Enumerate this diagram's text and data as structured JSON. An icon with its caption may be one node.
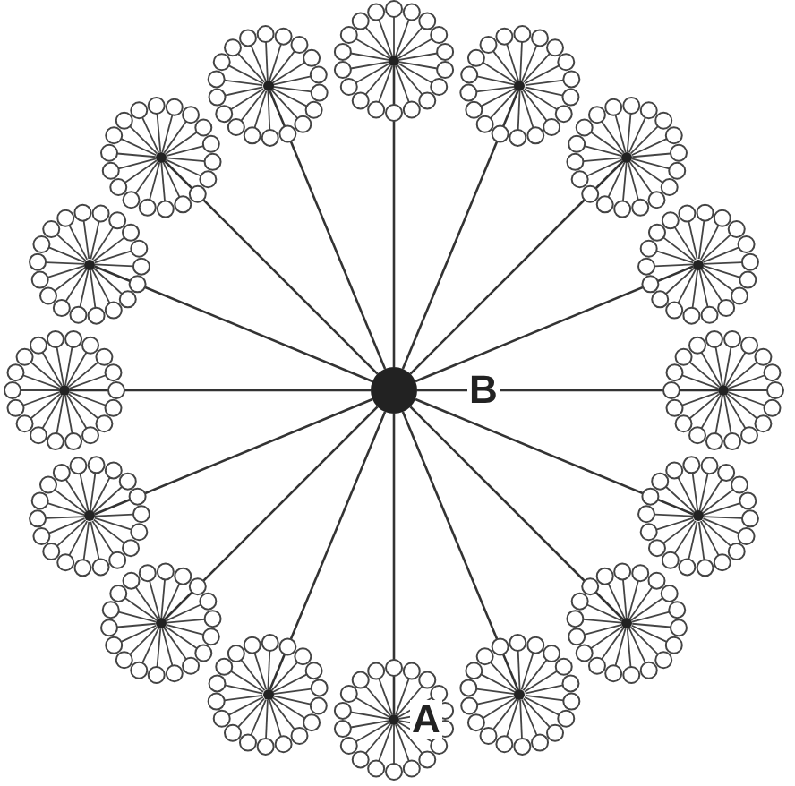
{
  "diagram": {
    "nodes": [
      {
        "text": [],
        "shape": "circle",
        "beside": [
          "B"
        ]
      },
      {
        "text": [],
        "shape": "circle"
      },
      {
        "text": [],
        "shape": "circle"
      },
      {
        "text": [],
        "shape": "circle"
      },
      {
        "text": [],
        "shape": "circle"
      },
      {
        "text": [],
        "shape": "circle"
      },
      {
        "text": [],
        "shape": "circle"
      },
      {
        "text": [],
        "shape": "circle"
      },
      {
        "text": [],
        "shape": "circle"
      },
      {
        "text": [],
        "shape": "circle",
        "beside": [
          "A"
        ]
      },
      {
        "text": [],
        "shape": "circle"
      },
      {
        "text": [],
        "shape": "circle"
      },
      {
        "text": [],
        "shape": "circle"
      },
      {
        "text": [],
        "shape": "circle"
      },
      {
        "text": [],
        "shape": "circle"
      },
      {
        "text": [],
        "shape": "circle"
      },
      {
        "text": [],
        "shape": "circle"
      }
    ],
    "edges": [
      {
        "from": 0,
        "to": 1,
        "arrow": "none"
      },
      {
        "from": 0,
        "to": 2,
        "arrow": "none"
      },
      {
        "from": 0,
        "to": 3,
        "arrow": "none"
      },
      {
        "from": 0,
        "to": 4,
        "arrow": "none"
      },
      {
        "from": 0,
        "to": 5,
        "arrow": "none"
      },
      {
        "from": 0,
        "to": 6,
        "arrow": "none"
      },
      {
        "from": 0,
        "to": 7,
        "arrow": "none"
      },
      {
        "from": 0,
        "to": 8,
        "arrow": "none"
      },
      {
        "from": 0,
        "to": 9,
        "arrow": "none"
      },
      {
        "from": 0,
        "to": 10,
        "arrow": "none"
      },
      {
        "from": 0,
        "to": 11,
        "arrow": "none"
      },
      {
        "from": 0,
        "to": 12,
        "arrow": "none"
      },
      {
        "from": 0,
        "to": 13,
        "arrow": "none"
      },
      {
        "from": 0,
        "to": 14,
        "arrow": "none"
      },
      {
        "from": 0,
        "to": 15,
        "arrow": "none"
      },
      {
        "from": 0,
        "to": 16,
        "arrow": "none"
      }
    ]
  }
}
